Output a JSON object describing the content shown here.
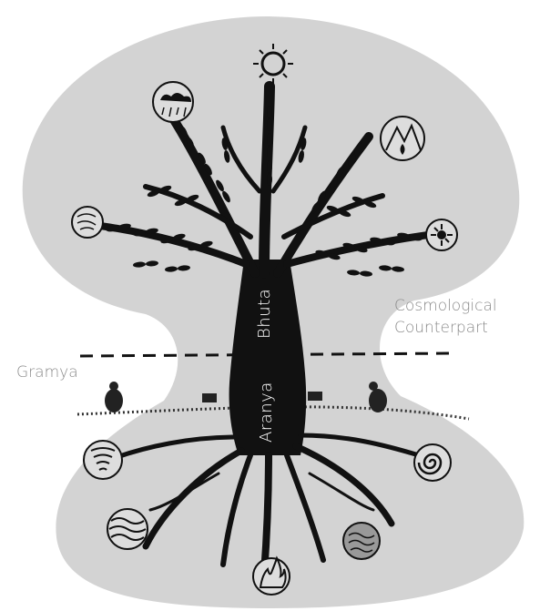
{
  "labels": {
    "cosmological_line1": "Cosmological",
    "cosmological_line2": "Counterpart",
    "gramya": "Gramya",
    "bhuta": "Bhuta",
    "aranya": "Aranya"
  },
  "icons": {
    "top": [
      "sun-icon",
      "cloud-rain-icon",
      "mountain-fire-icon",
      "wind-icon",
      "spiral-wheel-icon"
    ],
    "bottom": [
      "tornado-icon",
      "river-waves-icon",
      "fire-flame-icon",
      "earth-texture-icon",
      "swirl-icon"
    ]
  },
  "colors": {
    "background_blob": "#d3d3d3",
    "tree": "#111111",
    "divider": "#111111",
    "label_grey": "#8a8a8a",
    "label_white": "#ffffff"
  }
}
